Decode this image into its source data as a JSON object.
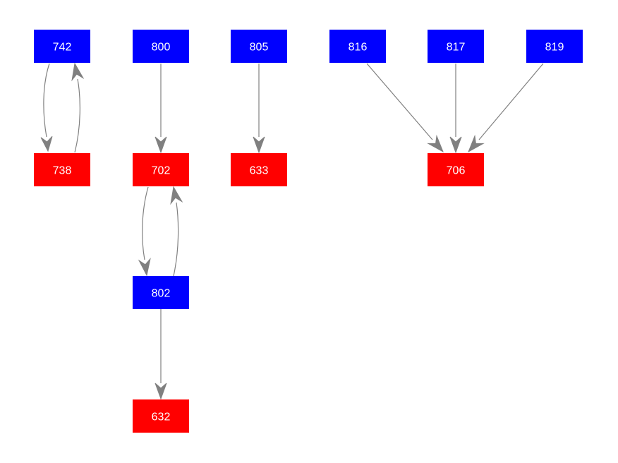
{
  "colors": {
    "blue_node": "#0000ff",
    "red_node": "#ff0000",
    "edge": "#808080",
    "label": "#ffffff",
    "background": "#ffffff"
  },
  "nodes": [
    {
      "id": "742",
      "label": "742",
      "color": "blue"
    },
    {
      "id": "800",
      "label": "800",
      "color": "blue"
    },
    {
      "id": "805",
      "label": "805",
      "color": "blue"
    },
    {
      "id": "816",
      "label": "816",
      "color": "blue"
    },
    {
      "id": "817",
      "label": "817",
      "color": "blue"
    },
    {
      "id": "819",
      "label": "819",
      "color": "blue"
    },
    {
      "id": "738",
      "label": "738",
      "color": "red"
    },
    {
      "id": "702",
      "label": "702",
      "color": "red"
    },
    {
      "id": "633",
      "label": "633",
      "color": "red"
    },
    {
      "id": "706",
      "label": "706",
      "color": "red"
    },
    {
      "id": "802",
      "label": "802",
      "color": "blue"
    },
    {
      "id": "632",
      "label": "632",
      "color": "red"
    }
  ],
  "edges": [
    {
      "from": "742",
      "to": "738"
    },
    {
      "from": "738",
      "to": "742"
    },
    {
      "from": "800",
      "to": "702"
    },
    {
      "from": "805",
      "to": "633"
    },
    {
      "from": "816",
      "to": "706"
    },
    {
      "from": "817",
      "to": "706"
    },
    {
      "from": "819",
      "to": "706"
    },
    {
      "from": "702",
      "to": "802"
    },
    {
      "from": "802",
      "to": "702"
    },
    {
      "from": "802",
      "to": "632"
    }
  ]
}
